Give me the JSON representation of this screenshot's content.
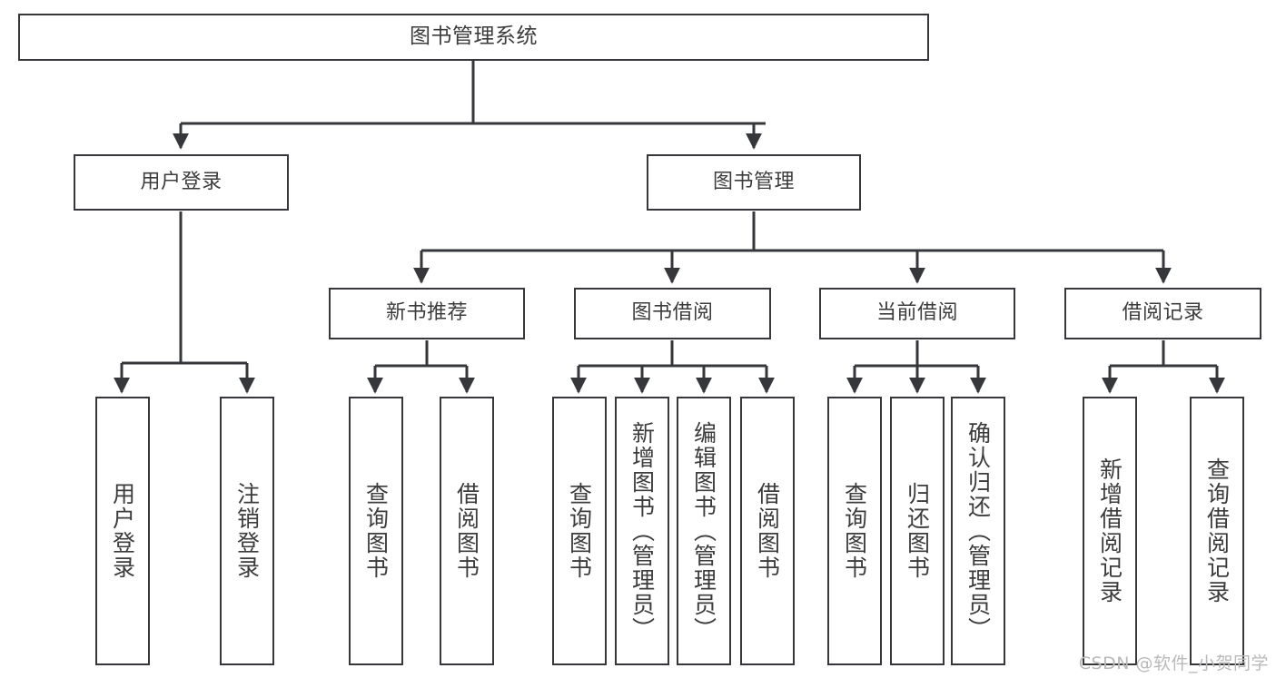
{
  "diagram": {
    "title": "图书管理系统",
    "type": "tree-hierarchy",
    "watermark": "CSDN @软件_小贺同学",
    "colors": {
      "border": "#35373b",
      "text": "#3c3c3c",
      "background": "#ffffff",
      "watermark": "#b9b9b9"
    },
    "nodes": {
      "root": {
        "label": "图书管理系统"
      },
      "level2": [
        {
          "id": "user-login",
          "label": "用户登录"
        },
        {
          "id": "book-management",
          "label": "图书管理"
        }
      ],
      "level3": [
        {
          "id": "new-book-recommend",
          "label": "新书推荐"
        },
        {
          "id": "book-borrow",
          "label": "图书借阅"
        },
        {
          "id": "current-borrow",
          "label": "当前借阅"
        },
        {
          "id": "borrow-record",
          "label": "借阅记录"
        }
      ],
      "leaves": {
        "user-login": [
          {
            "id": "leaf-user-login",
            "label": "用户登录"
          },
          {
            "id": "leaf-logout",
            "label": "注销登录"
          }
        ],
        "new-book-recommend": [
          {
            "id": "leaf-query-book-1",
            "label": "查询图书"
          },
          {
            "id": "leaf-borrow-book-1",
            "label": "借阅图书"
          }
        ],
        "book-borrow": [
          {
            "id": "leaf-query-book-2",
            "label": "查询图书"
          },
          {
            "id": "leaf-add-book",
            "label": "新增图书（管理员）"
          },
          {
            "id": "leaf-edit-book",
            "label": "编辑图书（管理员）"
          },
          {
            "id": "leaf-borrow-book-2",
            "label": "借阅图书"
          }
        ],
        "current-borrow": [
          {
            "id": "leaf-query-book-3",
            "label": "查询图书"
          },
          {
            "id": "leaf-return-book",
            "label": "归还图书"
          },
          {
            "id": "leaf-confirm-return",
            "label": "确认归还（管理员）"
          }
        ],
        "borrow-record": [
          {
            "id": "leaf-add-record",
            "label": "新增借阅记录"
          },
          {
            "id": "leaf-query-record",
            "label": "查询借阅记录"
          }
        ]
      }
    }
  }
}
